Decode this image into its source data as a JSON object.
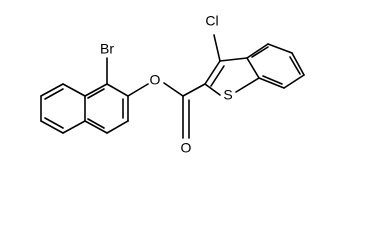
{
  "molecule": {
    "atoms": {
      "br": "Br",
      "cl": "Cl",
      "o_ester": "O",
      "o_carbonyl": "O",
      "s": "S"
    },
    "colors": {
      "bond": "#000000",
      "label": "#000000",
      "background": "#ffffff"
    }
  }
}
